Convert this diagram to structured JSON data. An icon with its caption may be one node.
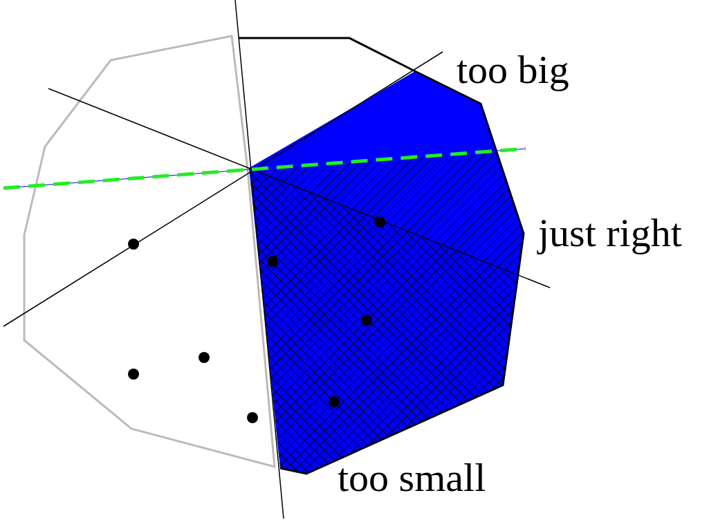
{
  "diagram": {
    "labels": [
      "too big",
      "just right",
      "too small"
    ]
  }
}
